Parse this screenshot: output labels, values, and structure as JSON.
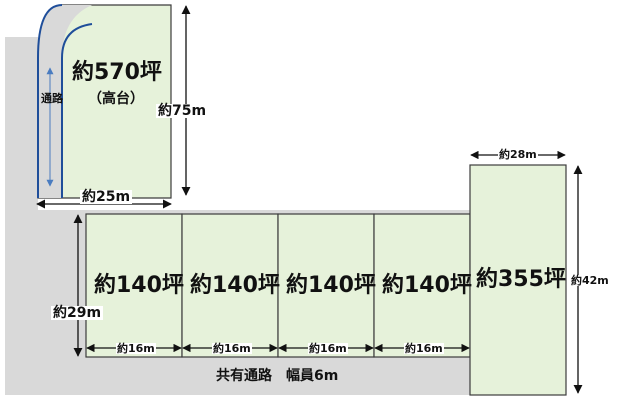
{
  "top_lot": {
    "area": "約570坪",
    "note": "（高台）",
    "height": "約75m",
    "width": "約25m"
  },
  "passage": {
    "label": "通路"
  },
  "lots": [
    {
      "area": "約140坪",
      "width": "約16m"
    },
    {
      "area": "約140坪",
      "width": "約16m"
    },
    {
      "area": "約140坪",
      "width": "約16m"
    },
    {
      "area": "約140坪",
      "width": "約16m"
    }
  ],
  "lots_depth": "約29m",
  "large_lot": {
    "area": "約355坪",
    "width": "約28m",
    "height": "約42m"
  },
  "shared_road": {
    "label": "共有通路　幅員6m"
  },
  "colors": {
    "lot_fill": "#e6f2da",
    "lot_border": "#3c3c3c",
    "road_fill": "#d9d9d9",
    "arrow": "#1f4e9a"
  }
}
